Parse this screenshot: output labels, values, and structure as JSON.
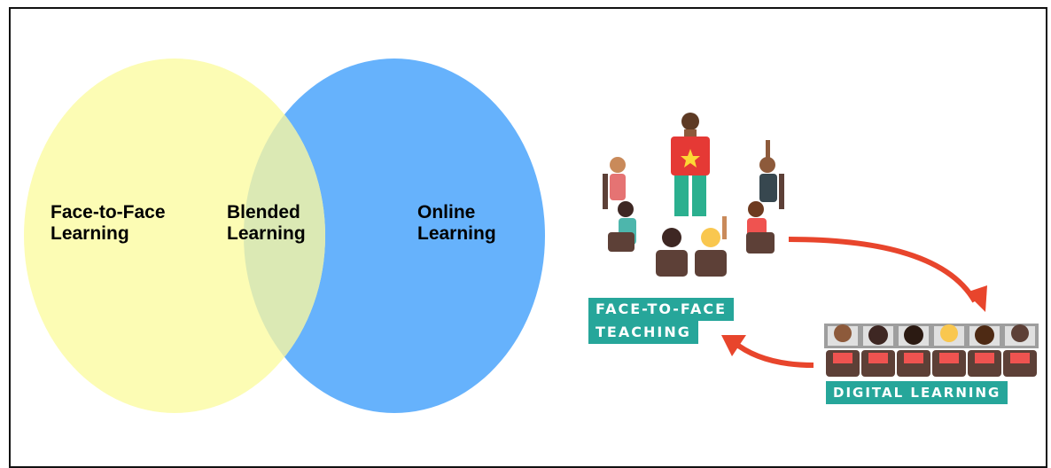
{
  "venn": {
    "left": {
      "line1": "Face-to-Face",
      "line2": "Learning",
      "color": "#fcfcb4"
    },
    "center": {
      "line1": "Blended",
      "line2": "Learning",
      "color": "#dbe9b4"
    },
    "right": {
      "line1": "Online",
      "line2": "Learning",
      "color": "#66b2fc"
    }
  },
  "illustration": {
    "face_to_face_line1": "FACE-TO-FACE",
    "face_to_face_line2": "TEACHING",
    "digital_label": "DIGITAL LEARNING",
    "tag_color": "#26a69a",
    "arrow_color": "#e8452c"
  }
}
